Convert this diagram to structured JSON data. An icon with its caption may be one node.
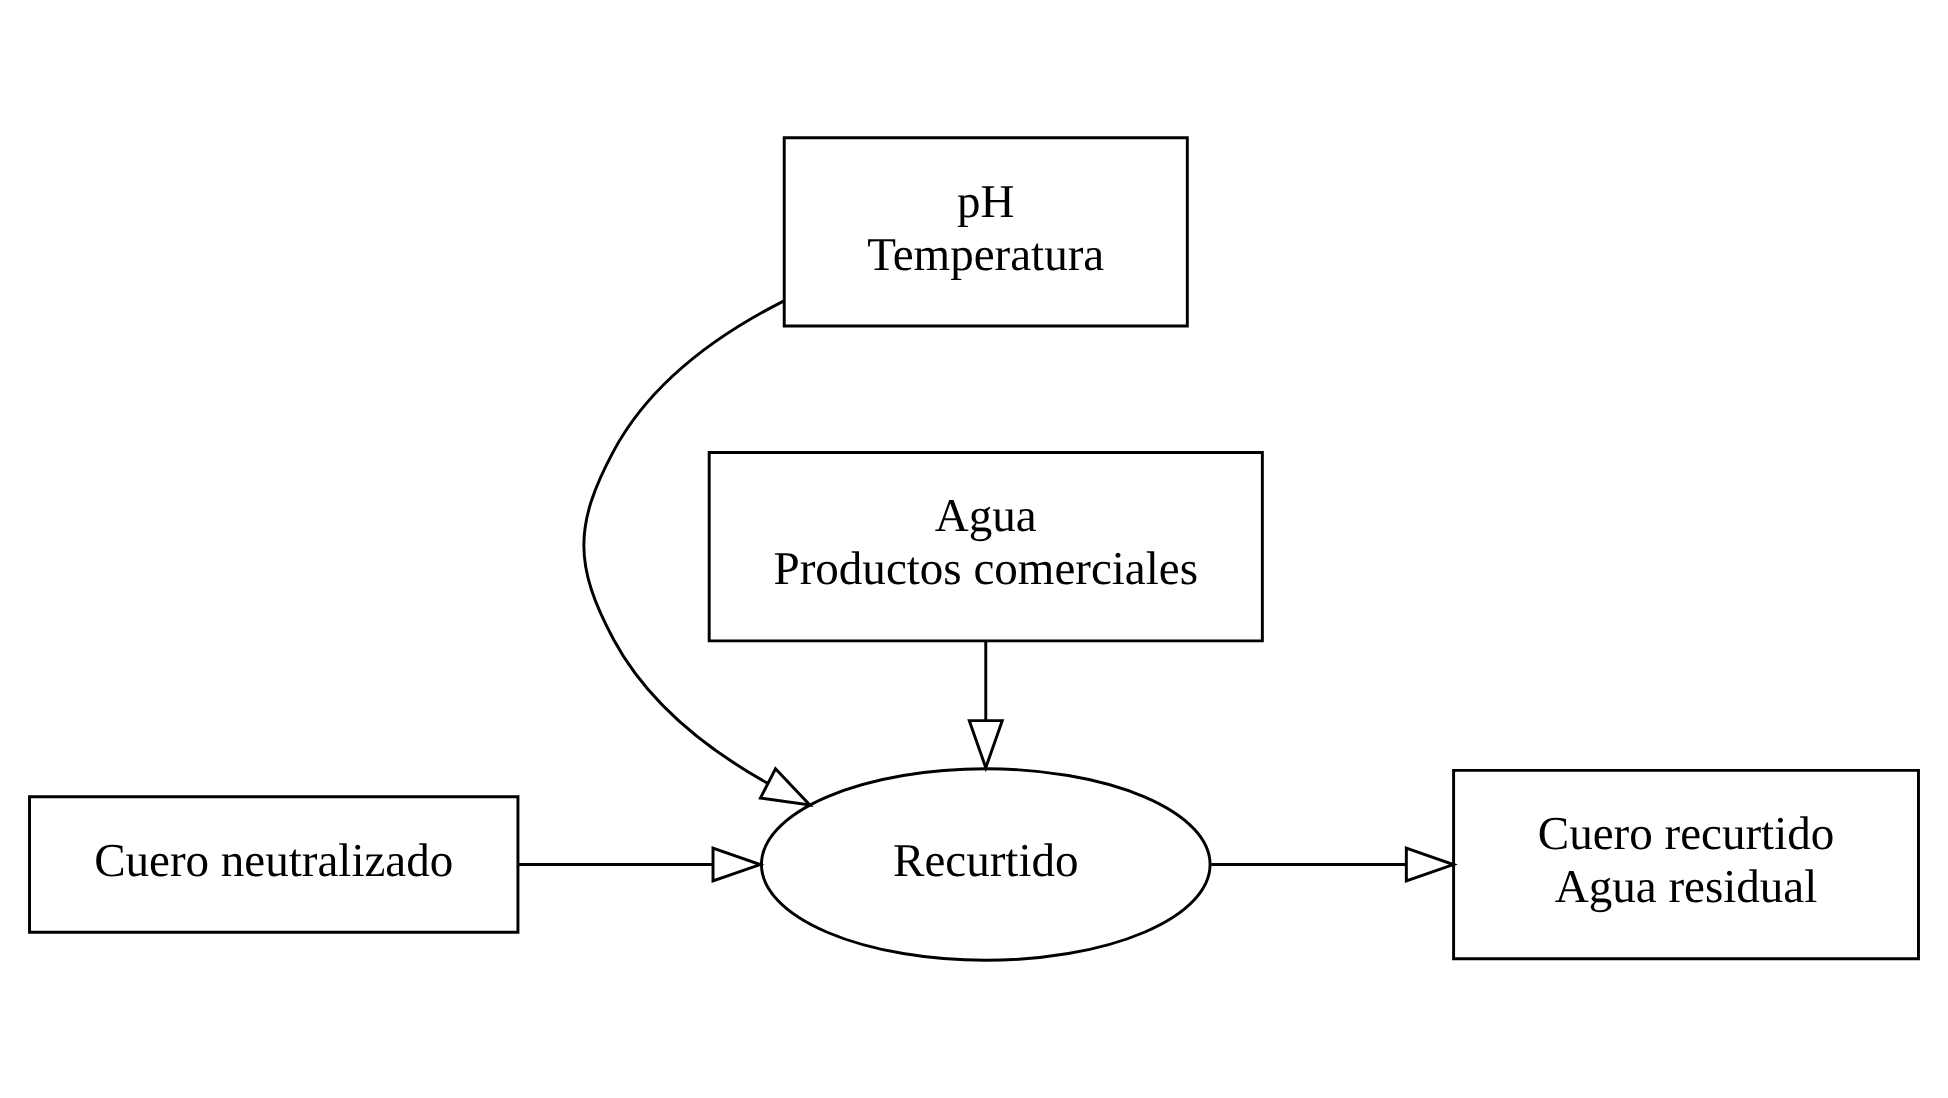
{
  "diagram": {
    "nodes": [
      {
        "text": [
          "pH",
          "Temperatura"
        ]
      },
      {
        "text": [
          "Cuero neutralizado"
        ]
      },
      {
        "text": [
          "Recurtido"
        ]
      },
      {
        "text": [
          "Cuero recurtido",
          "Agua residual"
        ]
      },
      {
        "text": [
          "Agua",
          "Productos comerciales"
        ]
      }
    ],
    "edges": [
      {
        "from": 0,
        "to": 2,
        "arrow": "to"
      },
      {
        "from": 1,
        "to": 2,
        "arrow": "to"
      },
      {
        "from": 2,
        "to": 3,
        "arrow": "to"
      },
      {
        "from": 4,
        "to": 2,
        "arrow": "to"
      }
    ]
  }
}
